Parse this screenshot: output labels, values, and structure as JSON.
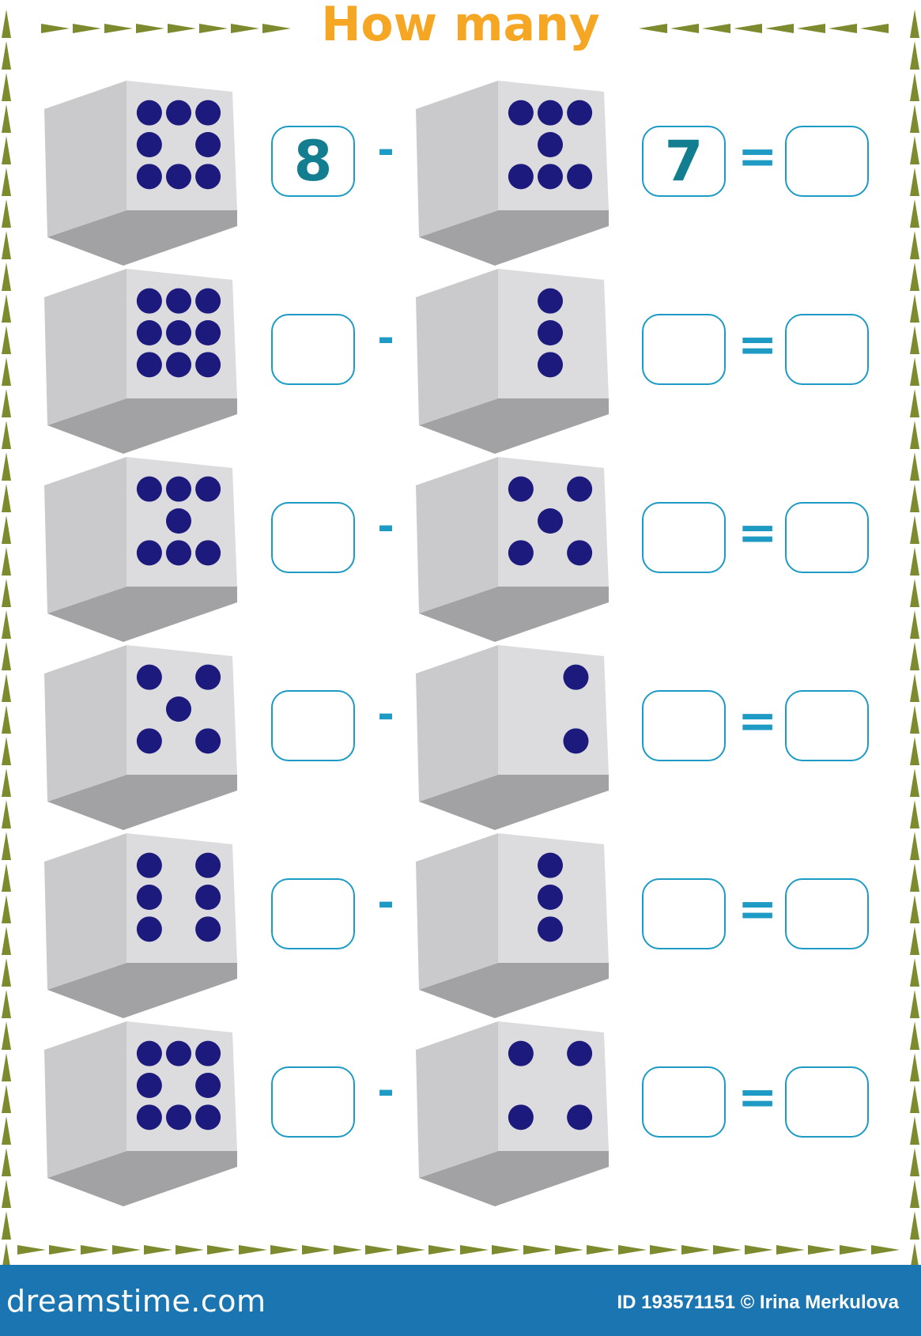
{
  "title": "How many",
  "operator_minus": "-",
  "operator_equals": "=",
  "rows": [
    {
      "left_dots": 8,
      "right_dots": 7,
      "left_answer": "8",
      "right_answer": "7",
      "result": ""
    },
    {
      "left_dots": 9,
      "right_dots": 3,
      "left_answer": "",
      "right_answer": "",
      "result": ""
    },
    {
      "left_dots": 7,
      "right_dots": 5,
      "left_answer": "",
      "right_answer": "",
      "result": ""
    },
    {
      "left_dots": 5,
      "right_dots": 2,
      "left_answer": "",
      "right_answer": "",
      "result": ""
    },
    {
      "left_dots": 6,
      "right_dots": 3,
      "left_answer": "",
      "right_answer": "",
      "result": ""
    },
    {
      "left_dots": 8,
      "right_dots": 4,
      "left_answer": "",
      "right_answer": "",
      "result": ""
    }
  ],
  "footer": {
    "brand": "dreamstime.com",
    "credit": "ID 193571151 © Irina Merkulova"
  },
  "colors": {
    "title": "#f5a623",
    "border": "#7d8a2e",
    "dot": "#1d1a7e",
    "answer_box": "#1d9bc4",
    "answer_text": "#137e8f",
    "operator": "#1d9bc4",
    "die_front": "#dcdcde",
    "die_side": "#cacacc",
    "die_bottom": "#a2a2a4",
    "footer_bg": "#1a75b0"
  }
}
